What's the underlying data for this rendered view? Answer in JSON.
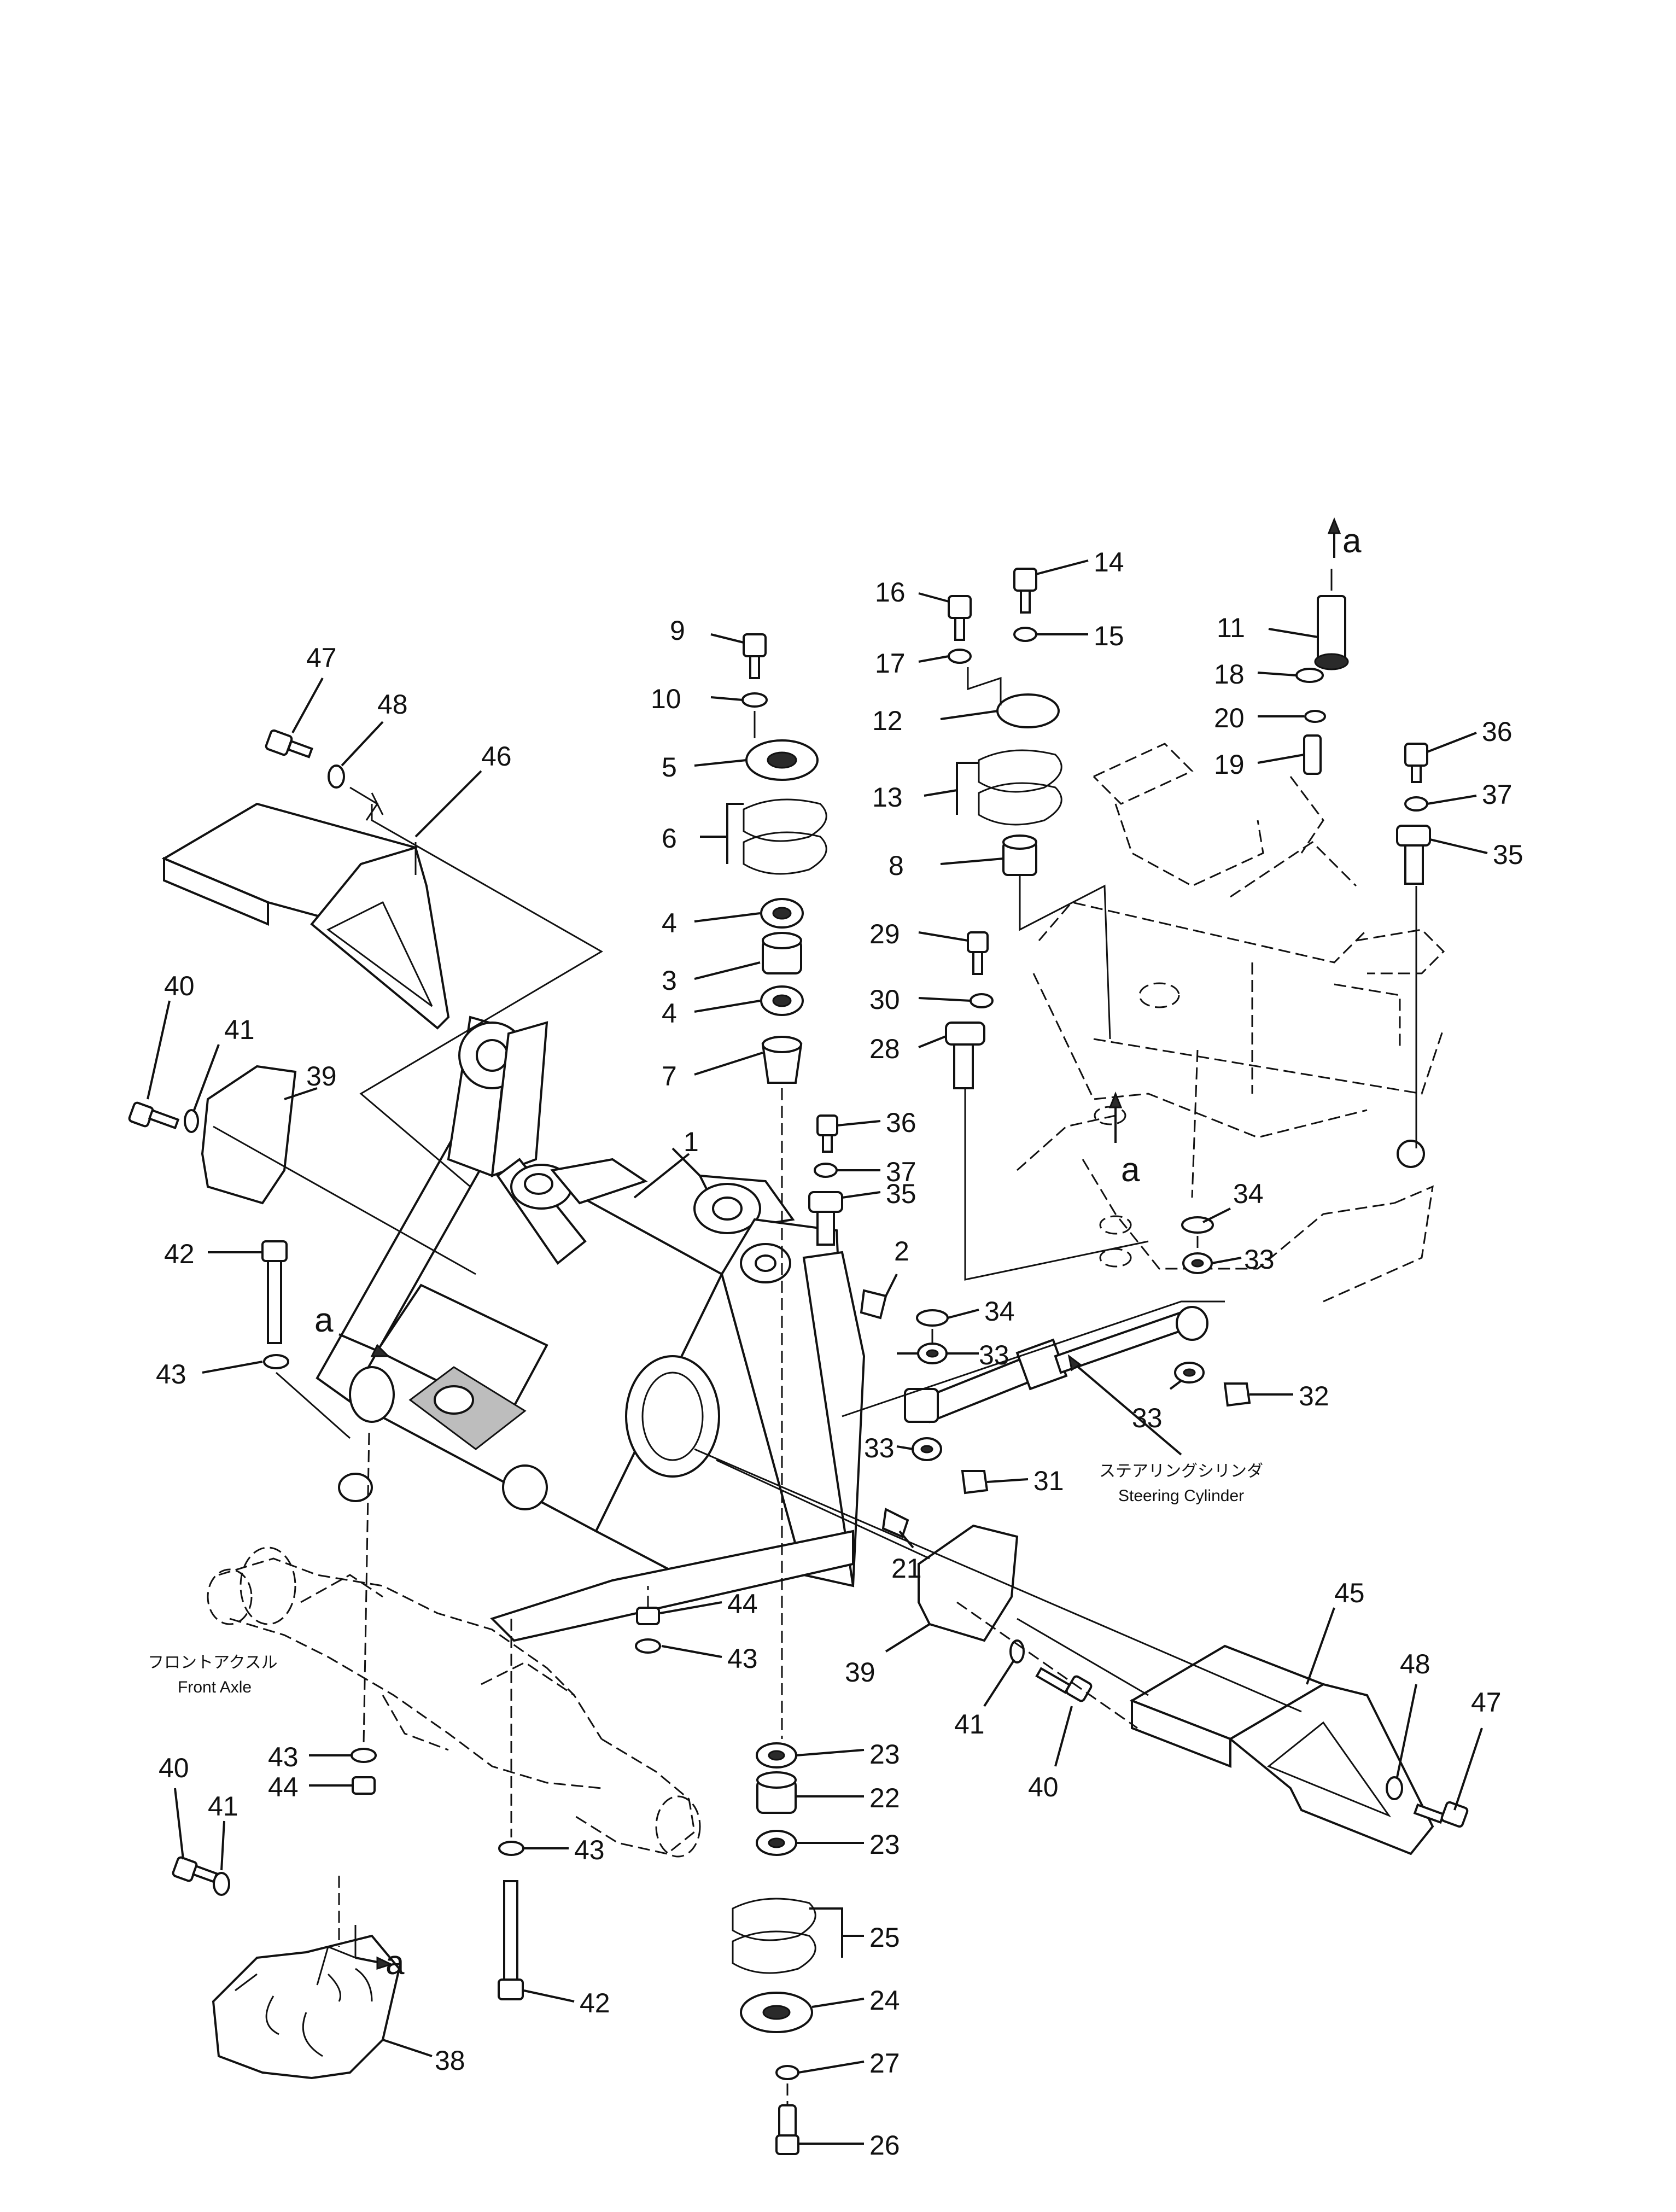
{
  "parts": [
    {
      "id": "1",
      "label": "1"
    },
    {
      "id": "2",
      "label": "2"
    },
    {
      "id": "3",
      "label": "3"
    },
    {
      "id": "4a",
      "label": "4"
    },
    {
      "id": "4b",
      "label": "4"
    },
    {
      "id": "5",
      "label": "5"
    },
    {
      "id": "6",
      "label": "6"
    },
    {
      "id": "7",
      "label": "7"
    },
    {
      "id": "8",
      "label": "8"
    },
    {
      "id": "9",
      "label": "9"
    },
    {
      "id": "10",
      "label": "10"
    },
    {
      "id": "11",
      "label": "11"
    },
    {
      "id": "12",
      "label": "12"
    },
    {
      "id": "13",
      "label": "13"
    },
    {
      "id": "14",
      "label": "14"
    },
    {
      "id": "15",
      "label": "15"
    },
    {
      "id": "16",
      "label": "16"
    },
    {
      "id": "17",
      "label": "17"
    },
    {
      "id": "18",
      "label": "18"
    },
    {
      "id": "19",
      "label": "19"
    },
    {
      "id": "20",
      "label": "20"
    },
    {
      "id": "21",
      "label": "21"
    },
    {
      "id": "22",
      "label": "22"
    },
    {
      "id": "23a",
      "label": "23"
    },
    {
      "id": "23b",
      "label": "23"
    },
    {
      "id": "24",
      "label": "24"
    },
    {
      "id": "25",
      "label": "25"
    },
    {
      "id": "26",
      "label": "26"
    },
    {
      "id": "27",
      "label": "27"
    },
    {
      "id": "28",
      "label": "28"
    },
    {
      "id": "29",
      "label": "29"
    },
    {
      "id": "30",
      "label": "30"
    },
    {
      "id": "31",
      "label": "31"
    },
    {
      "id": "32",
      "label": "32"
    },
    {
      "id": "33a",
      "label": "33"
    },
    {
      "id": "33b",
      "label": "33"
    },
    {
      "id": "33c",
      "label": "33"
    },
    {
      "id": "33d",
      "label": "33"
    },
    {
      "id": "34a",
      "label": "34"
    },
    {
      "id": "34b",
      "label": "34"
    },
    {
      "id": "35a",
      "label": "35"
    },
    {
      "id": "35b",
      "label": "35"
    },
    {
      "id": "36a",
      "label": "36"
    },
    {
      "id": "36b",
      "label": "36"
    },
    {
      "id": "37a",
      "label": "37"
    },
    {
      "id": "37b",
      "label": "37"
    },
    {
      "id": "38",
      "label": "38"
    },
    {
      "id": "39a",
      "label": "39"
    },
    {
      "id": "39b",
      "label": "39"
    },
    {
      "id": "40a",
      "label": "40"
    },
    {
      "id": "40b",
      "label": "40"
    },
    {
      "id": "40c",
      "label": "40"
    },
    {
      "id": "41a",
      "label": "41"
    },
    {
      "id": "41b",
      "label": "41"
    },
    {
      "id": "41c",
      "label": "41"
    },
    {
      "id": "42a",
      "label": "42"
    },
    {
      "id": "42b",
      "label": "42"
    },
    {
      "id": "43a",
      "label": "43"
    },
    {
      "id": "43b",
      "label": "43"
    },
    {
      "id": "43c",
      "label": "43"
    },
    {
      "id": "43d",
      "label": "43"
    },
    {
      "id": "44a",
      "label": "44"
    },
    {
      "id": "44b",
      "label": "44"
    },
    {
      "id": "45",
      "label": "45"
    },
    {
      "id": "46",
      "label": "46"
    },
    {
      "id": "47a",
      "label": "47"
    },
    {
      "id": "47b",
      "label": "47"
    },
    {
      "id": "48a",
      "label": "48"
    },
    {
      "id": "48b",
      "label": "48"
    }
  ],
  "view_markers": {
    "a": "a"
  },
  "captions": {
    "steering_cylinder_jp": "ステアリングシリンダ",
    "steering_cylinder_en": "Steering Cylinder",
    "front_axle_jp": "フロントアクスル",
    "front_axle_en": "Front Axle"
  }
}
